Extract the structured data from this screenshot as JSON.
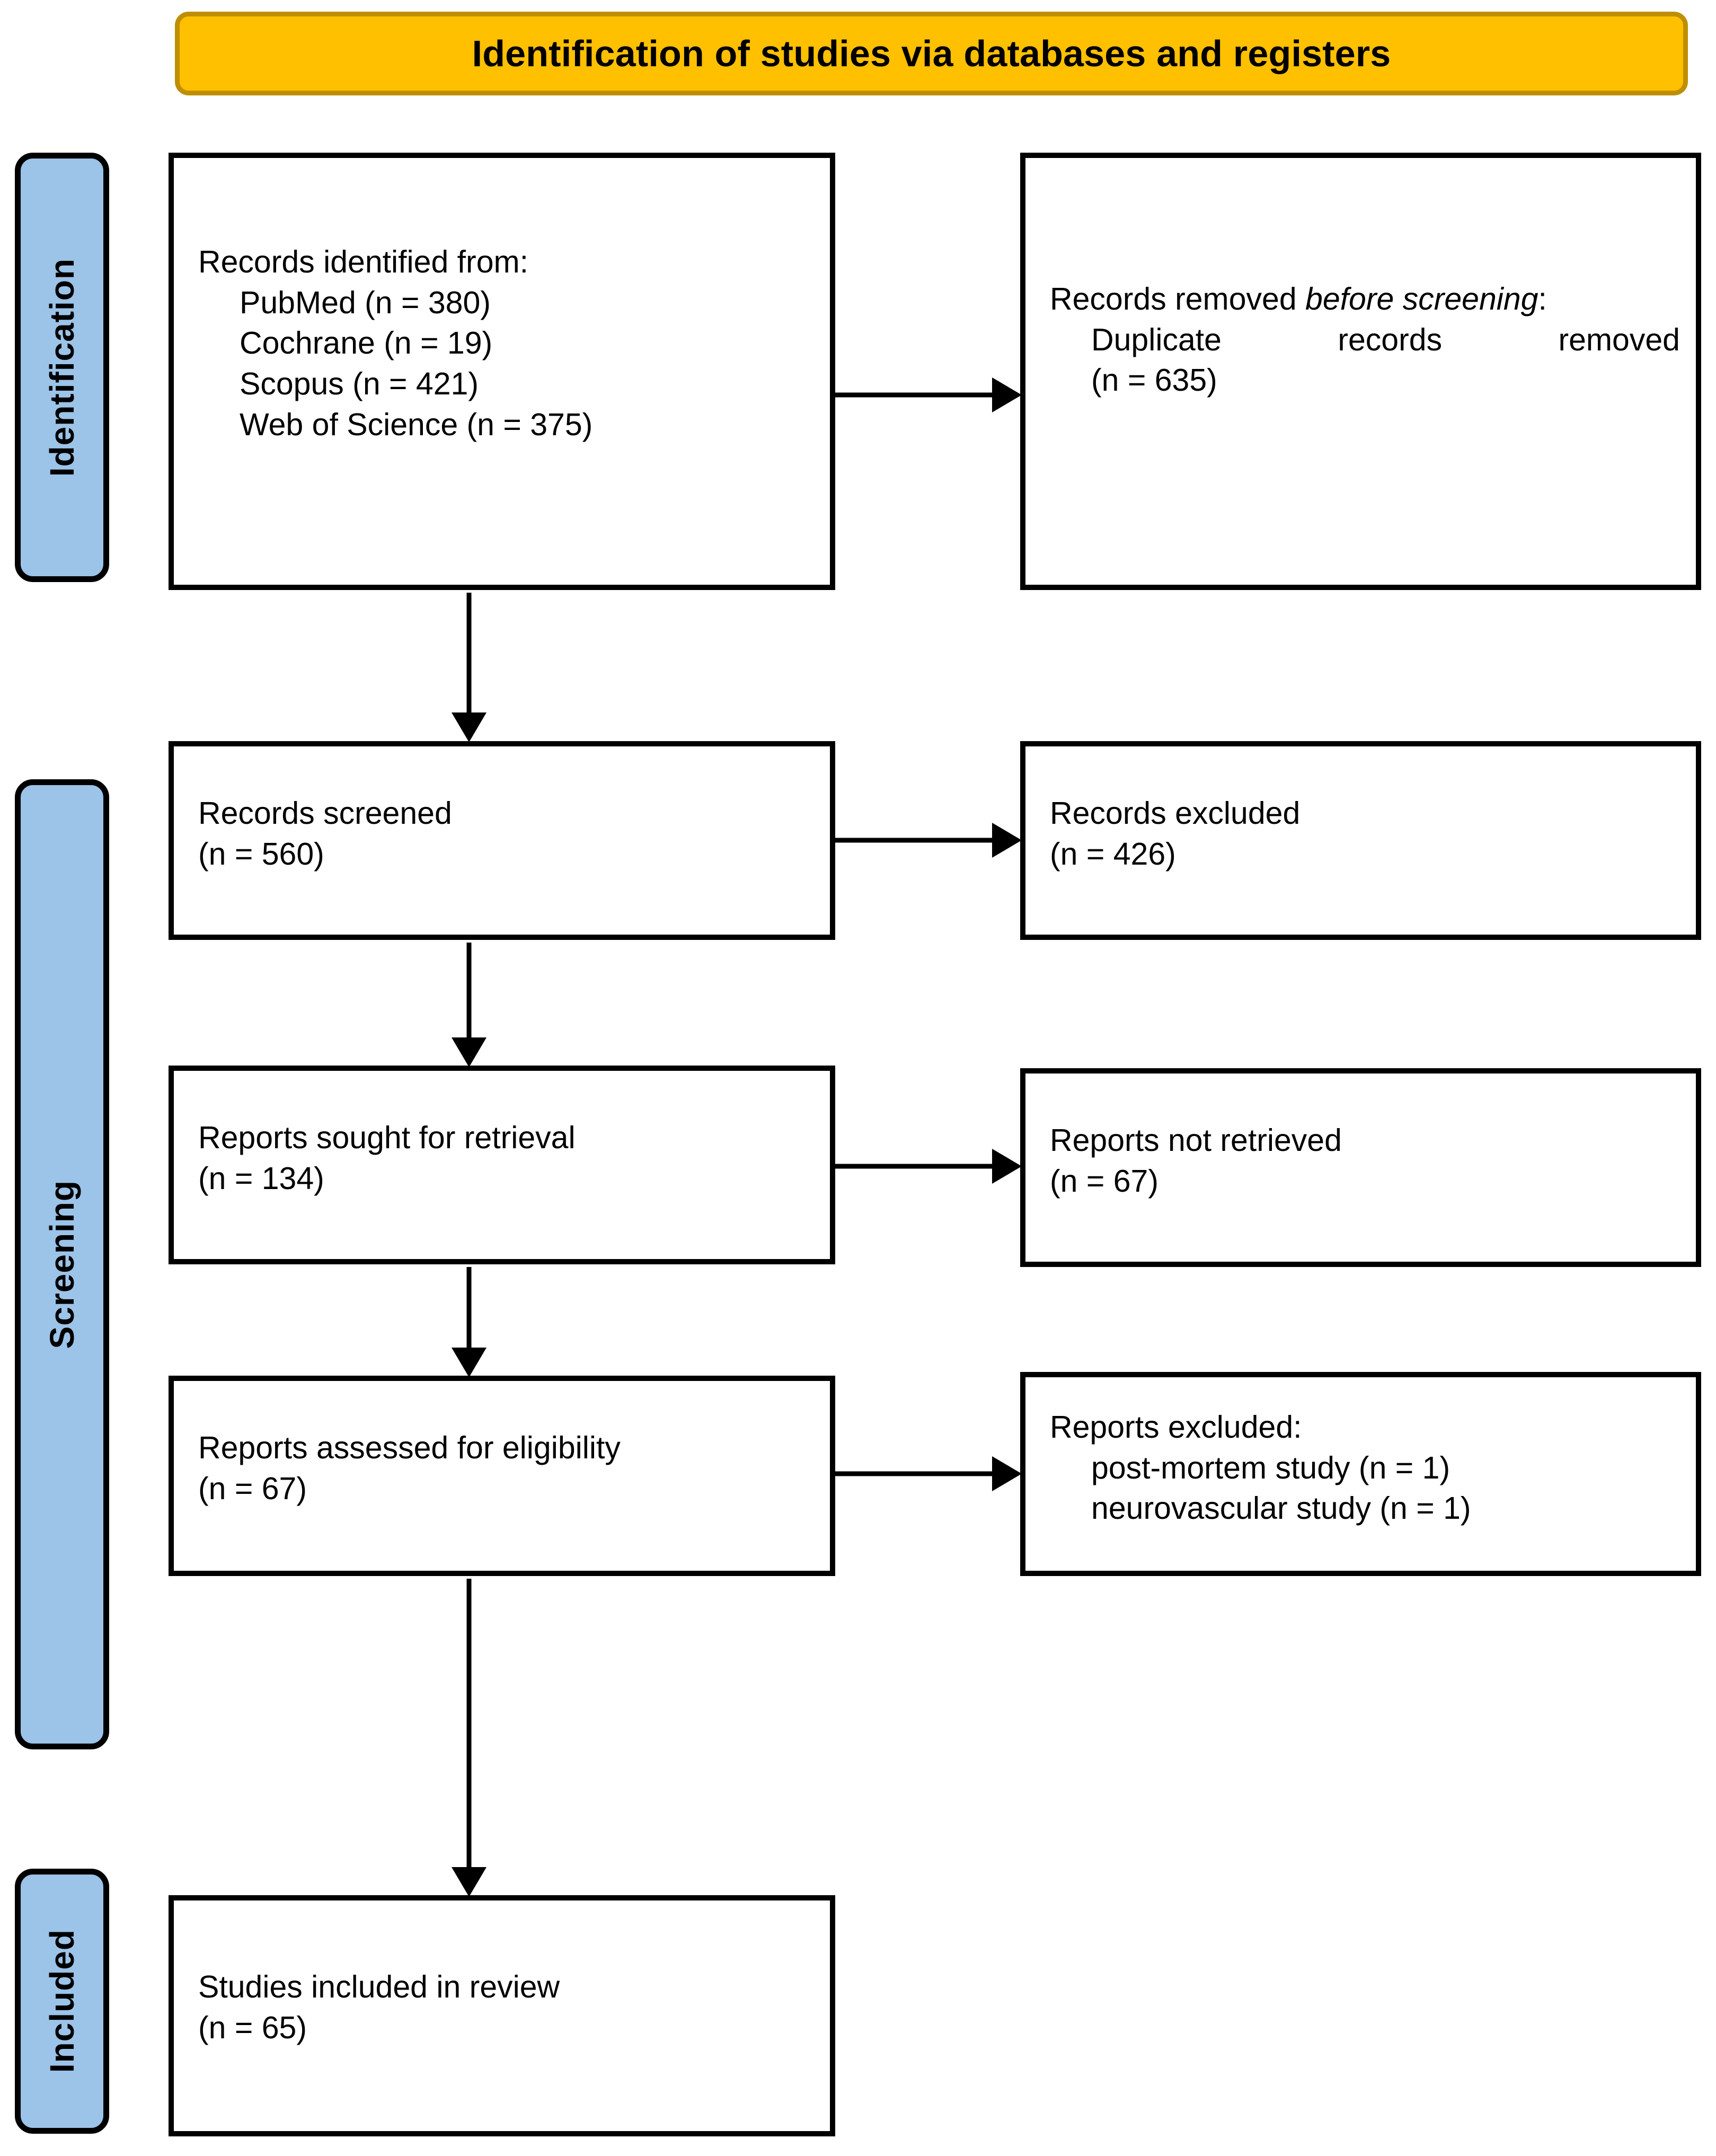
{
  "diagram": {
    "type": "prisma-flow-diagram",
    "title": "Identification of studies via databases and registers",
    "colors": {
      "banner_fill": "#FFC000",
      "banner_border": "#BF8F00",
      "stage_tab_fill": "#9CC3E8",
      "box_border": "#000000",
      "box_fill": "#FFFFFF",
      "text": "#000000"
    }
  },
  "stages": [
    {
      "id": "identification",
      "label": "Identification"
    },
    {
      "id": "screening",
      "label": "Screening"
    },
    {
      "id": "included",
      "label": "Included"
    }
  ],
  "boxes": {
    "records_identified": {
      "heading": "Records identified from:",
      "sources": [
        {
          "name": "PubMed",
          "n": 380,
          "line": "PubMed (n = 380)"
        },
        {
          "name": "Cochrane",
          "n": 19,
          "line": "Cochrane (n = 19)"
        },
        {
          "name": "Scopus",
          "n": 421,
          "line": "Scopus (n = 421)"
        },
        {
          "name": "Web of Science",
          "n": 375,
          "line": "Web of Science (n = 375)"
        }
      ]
    },
    "records_removed": {
      "heading_plain": "Records removed ",
      "heading_italic": "before screening",
      "heading_suffix": ":",
      "detail_line_1": "Duplicate records removed",
      "detail_line_2": "(n = 635)",
      "n": 635
    },
    "records_screened": {
      "label": "Records screened",
      "count_line": "(n = 560)",
      "n": 560
    },
    "records_excluded": {
      "label": "Records excluded",
      "count_line": "(n = 426)",
      "n": 426
    },
    "reports_sought": {
      "label": "Reports sought for retrieval",
      "count_line": "(n = 134)",
      "n": 134
    },
    "reports_not_retrieved": {
      "label": "Reports not retrieved",
      "count_line": "(n = 67)",
      "n": 67
    },
    "reports_assessed": {
      "label": "Reports assessed for eligibility",
      "count_line": "(n = 67)",
      "n": 67
    },
    "reports_excluded": {
      "heading": "Reports excluded:",
      "reasons": [
        {
          "reason": "post-mortem study",
          "n": 1,
          "line": "post-mortem study (n = 1)"
        },
        {
          "reason": "neurovascular study",
          "n": 1,
          "line": "neurovascular study (n = 1)"
        }
      ]
    },
    "studies_included": {
      "label": "Studies included in review",
      "count_line": "(n = 65)",
      "n": 65
    }
  }
}
